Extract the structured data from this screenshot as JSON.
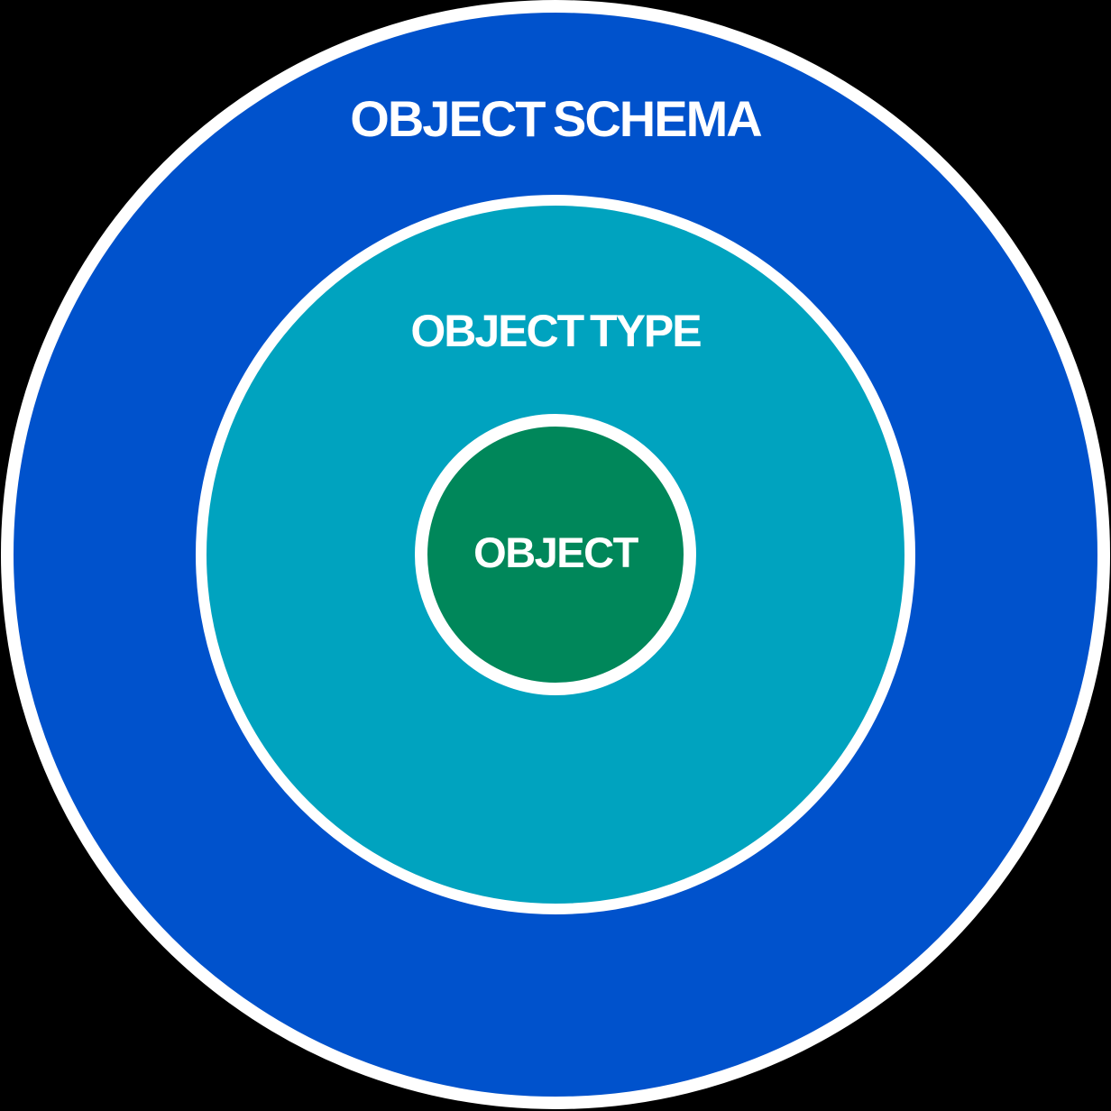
{
  "diagram": {
    "type": "concentric-circles",
    "background": "#000000",
    "ring_stroke_color": "#FFFFFF",
    "label_color": "#FFFFFF",
    "rings": [
      {
        "label": "OBJECT SCHEMA",
        "fill": "#0052CC"
      },
      {
        "label": "OBJECT TYPE",
        "fill": "#00A3BF"
      },
      {
        "label": "OBJECT",
        "fill": "#00875A"
      }
    ]
  }
}
